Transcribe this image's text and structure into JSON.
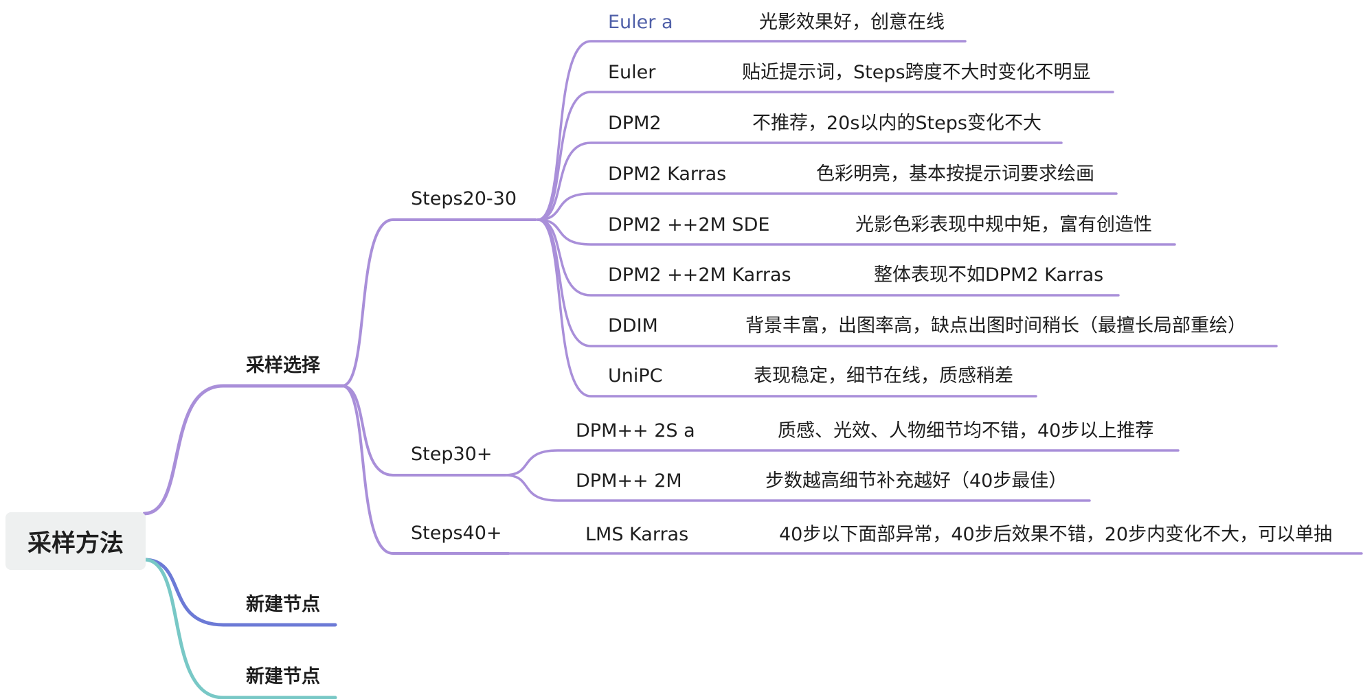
{
  "colors": {
    "main_branch": "#a98fd9",
    "branch_blue": "#6c7ad6",
    "branch_teal": "#78c8c6",
    "root_bg": "#eef0f0",
    "highlight_text": "#4f5fa8"
  },
  "root": {
    "label": "采样方法"
  },
  "branches": [
    {
      "label": "采样选择",
      "children": [
        {
          "label": "Steps20-30",
          "items": [
            {
              "name": "Euler a",
              "desc": "光影效果好，创意在线"
            },
            {
              "name": "Euler",
              "desc": "贴近提示词，Steps跨度不大时变化不明显"
            },
            {
              "name": "DPM2",
              "desc": "不推荐，20s以内的Steps变化不大"
            },
            {
              "name": "DPM2 Karras",
              "desc": "色彩明亮，基本按提示词要求绘画"
            },
            {
              "name": "DPM2 ++2M SDE",
              "desc": "光影色彩表现中规中矩，富有创造性"
            },
            {
              "name": "DPM2 ++2M Karras",
              "desc": "整体表现不如DPM2 Karras"
            },
            {
              "name": "DDIM",
              "desc": "背景丰富，出图率高，缺点出图时间稍长（最擅长局部重绘）"
            },
            {
              "name": "UniPC",
              "desc": "表现稳定，细节在线，质感稍差"
            }
          ]
        },
        {
          "label": "Step30+",
          "items": [
            {
              "name": "DPM++ 2S a",
              "desc": "质感、光效、人物细节均不错，40步以上推荐"
            },
            {
              "name": "DPM++ 2M",
              "desc": "步数越高细节补充越好（40步最佳）"
            }
          ]
        },
        {
          "label": "Steps40+",
          "items": [
            {
              "name": "LMS Karras",
              "desc": "40步以下面部异常，40步后效果不错，20步内变化不大，可以单抽"
            }
          ]
        }
      ]
    },
    {
      "label": "新建节点",
      "children": []
    },
    {
      "label": "新建节点",
      "children": []
    }
  ]
}
